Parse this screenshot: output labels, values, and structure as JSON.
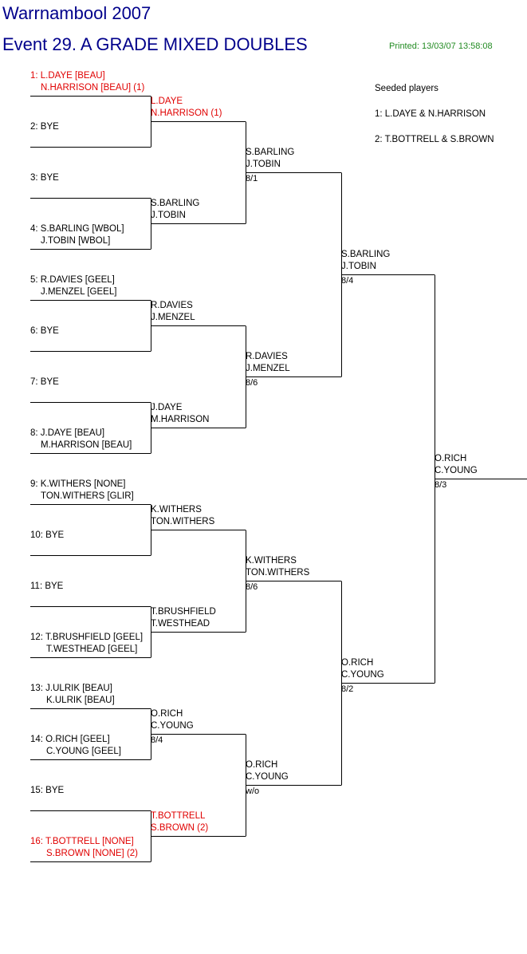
{
  "header": {
    "title": "Warrnambool 2007",
    "event": "Event 29. A GRADE MIXED DOUBLES",
    "printed": "Printed: 13/03/07 13:58:08"
  },
  "seeded": {
    "heading": "Seeded players",
    "list": [
      "1: L.DAYE & N.HARRISON",
      "2: T.BOTTRELL & S.BROWN"
    ]
  },
  "round1": [
    {
      "l1": "1: L.DAYE [BEAU]",
      "l2": "N.HARRISON [BEAU] (1)",
      "seeded": true
    },
    {
      "l1": "2: BYE",
      "l2": ""
    },
    {
      "l1": "3: BYE",
      "l2": ""
    },
    {
      "l1": "4: S.BARLING [WBOL]",
      "l2": "J.TOBIN [WBOL]"
    },
    {
      "l1": "5: R.DAVIES [GEEL]",
      "l2": "J.MENZEL [GEEL]"
    },
    {
      "l1": "6: BYE",
      "l2": ""
    },
    {
      "l1": "7: BYE",
      "l2": ""
    },
    {
      "l1": "8: J.DAYE [BEAU]",
      "l2": "M.HARRISON [BEAU]"
    },
    {
      "l1": "9: K.WITHERS [NONE]",
      "l2": "TON.WITHERS [GLIR]"
    },
    {
      "l1": "10: BYE",
      "l2": ""
    },
    {
      "l1": "11: BYE",
      "l2": ""
    },
    {
      "l1": "12: T.BRUSHFIELD [GEEL]",
      "l2": "T.WESTHEAD [GEEL]"
    },
    {
      "l1": "13: J.ULRIK [BEAU]",
      "l2": "K.ULRIK [BEAU]"
    },
    {
      "l1": "14: O.RICH [GEEL]",
      "l2": "C.YOUNG [GEEL]"
    },
    {
      "l1": "15: BYE",
      "l2": ""
    },
    {
      "l1": "16: T.BOTTRELL [NONE]",
      "l2": "S.BROWN [NONE] (2)",
      "seeded": true
    }
  ],
  "round2": [
    {
      "l1": "L.DAYE",
      "l2": "N.HARRISON (1)",
      "score": "",
      "seeded": true
    },
    {
      "l1": "S.BARLING",
      "l2": "J.TOBIN",
      "score": ""
    },
    {
      "l1": "R.DAVIES",
      "l2": "J.MENZEL",
      "score": ""
    },
    {
      "l1": "J.DAYE",
      "l2": "M.HARRISON",
      "score": ""
    },
    {
      "l1": "K.WITHERS",
      "l2": "TON.WITHERS",
      "score": ""
    },
    {
      "l1": "T.BRUSHFIELD",
      "l2": "T.WESTHEAD",
      "score": ""
    },
    {
      "l1": "O.RICH",
      "l2": "C.YOUNG",
      "score": "8/4"
    },
    {
      "l1": "T.BOTTRELL",
      "l2": "S.BROWN (2)",
      "score": "",
      "seeded": true
    }
  ],
  "round3": [
    {
      "l1": "S.BARLING",
      "l2": "J.TOBIN",
      "score": "8/1"
    },
    {
      "l1": "R.DAVIES",
      "l2": "J.MENZEL",
      "score": "8/6"
    },
    {
      "l1": "K.WITHERS",
      "l2": "TON.WITHERS",
      "score": "8/6"
    },
    {
      "l1": "O.RICH",
      "l2": "C.YOUNG",
      "score": "w/o"
    }
  ],
  "round4": [
    {
      "l1": "S.BARLING",
      "l2": "J.TOBIN",
      "score": "8/4"
    },
    {
      "l1": "O.RICH",
      "l2": "C.YOUNG",
      "score": "8/2"
    }
  ],
  "final": [
    {
      "l1": "O.RICH",
      "l2": "C.YOUNG",
      "score": "8/3"
    }
  ]
}
